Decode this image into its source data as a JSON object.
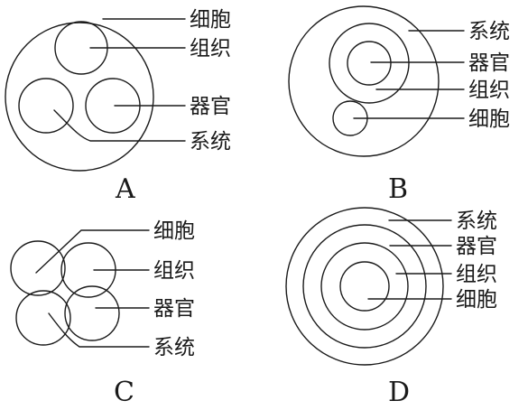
{
  "panels": {
    "A": {
      "caption": "A",
      "labels": {
        "cell": "细胞",
        "tissue": "组织",
        "organ": "器官",
        "system": "系统"
      }
    },
    "B": {
      "caption": "B",
      "labels": {
        "system": "系统",
        "organ": "器官",
        "tissue": "组织",
        "cell": "细胞"
      }
    },
    "C": {
      "caption": "C",
      "labels": {
        "cell": "细胞",
        "tissue": "组织",
        "organ": "器官",
        "system": "系统"
      }
    },
    "D": {
      "caption": "D",
      "labels": {
        "system": "系统",
        "organ": "器官",
        "tissue": "组织",
        "cell": "细胞"
      }
    }
  }
}
